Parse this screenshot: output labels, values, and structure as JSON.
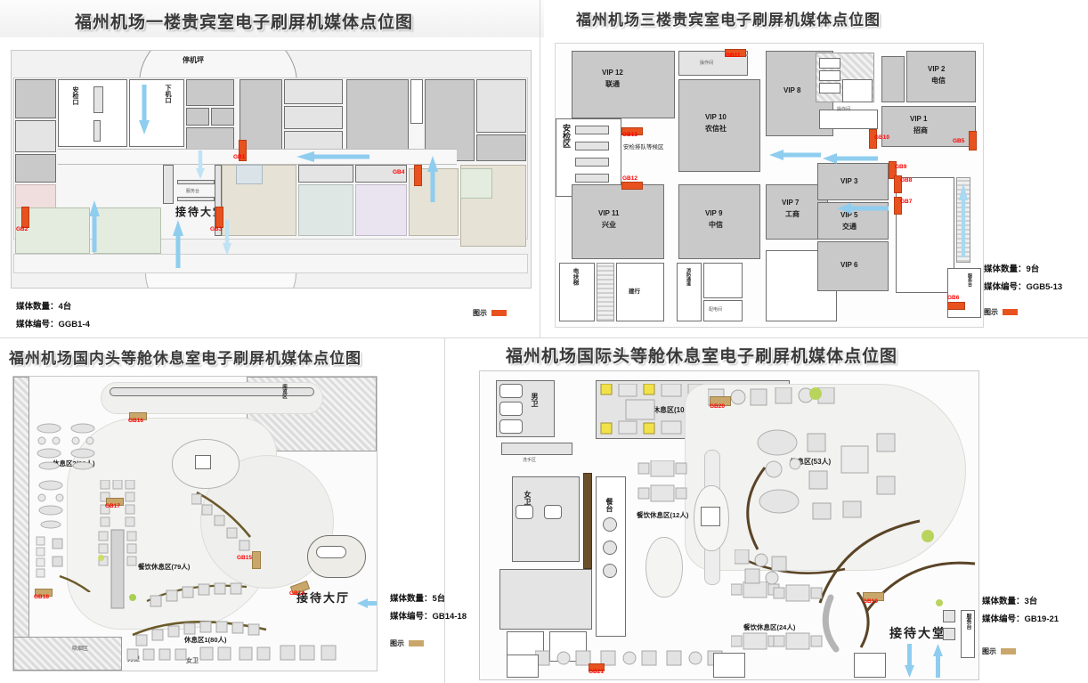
{
  "panels": [
    {
      "id": "p1",
      "title": "福州机场一楼贵宾室电子刷屏机媒体点位图",
      "media_count_label": "媒体数量：4台",
      "media_code_label": "媒体编号：GGB1-4",
      "legend_label": "图示",
      "legend_color": "#e8521f",
      "rooms": [
        {
          "name": "停机坪"
        },
        {
          "name": "安检口"
        },
        {
          "name": "下机口"
        },
        {
          "name": "接待大堂"
        },
        {
          "name": "服务台"
        }
      ],
      "markers": [
        "GB1",
        "GB2",
        "GB3",
        "GB4"
      ]
    },
    {
      "id": "p2",
      "title": "福州机场三楼贵宾室电子刷屏机媒体点位图",
      "media_count_label": "媒体数量：9台",
      "media_code_label": "媒体编号：GGB5-13",
      "legend_label": "图示",
      "legend_color": "#e8521f",
      "rooms": [
        {
          "name": "VIP 12",
          "sub": "联通"
        },
        {
          "name": "VIP 10",
          "sub": "农信社"
        },
        {
          "name": "VIP 8",
          "sub": ""
        },
        {
          "name": "VIP 2",
          "sub": "电信"
        },
        {
          "name": "VIP 1",
          "sub": "招商"
        },
        {
          "name": "VIP 11",
          "sub": "兴业"
        },
        {
          "name": "VIP 9",
          "sub": "中信"
        },
        {
          "name": "VIP 7",
          "sub": "工商"
        },
        {
          "name": "VIP 3",
          "sub": ""
        },
        {
          "name": "VIP 5",
          "sub": "交通"
        },
        {
          "name": "VIP 6",
          "sub": ""
        }
      ],
      "areas": [
        "安检区",
        "安检排队等候区",
        "操作间",
        "电扶梯",
        "建行",
        "消防通道",
        "配电间",
        "服务台"
      ],
      "markers": [
        "GB5",
        "GB6",
        "GB7",
        "GB8",
        "GB9",
        "GB10",
        "GB11",
        "GB12",
        "GB13"
      ]
    },
    {
      "id": "p3",
      "title": "福州机场国内头等舱休息室电子刷屏机媒体点位图",
      "media_count_label": "媒体数量：5台",
      "media_code_label": "媒体编号：GB14-18",
      "legend_label": "图示",
      "legend_color": "#c9a76a",
      "areas": [
        {
          "name": "休息区2(83人)"
        },
        {
          "name": "餐饮休息区(79人)"
        },
        {
          "name": "休息区1(80人)"
        },
        {
          "name": "接待大厅"
        },
        {
          "name": "服务台"
        },
        {
          "name": "男卫"
        },
        {
          "name": "女卫"
        },
        {
          "name": "吸烟区"
        },
        {
          "name": "阅览区"
        }
      ],
      "markers": [
        "GB14",
        "GB15",
        "GB16",
        "GB17",
        "GB18"
      ]
    },
    {
      "id": "p4",
      "title": "福州机场国际头等舱休息室电子刷屏机媒体点位图",
      "media_count_label": "媒体数量：3台",
      "media_code_label": "媒体编号：GB19-21",
      "legend_label": "图示",
      "legend_color": "#c9a76a",
      "areas": [
        {
          "name": "贵宾休息区(10人)"
        },
        {
          "name": "休息区(53人)"
        },
        {
          "name": "餐饮休息区(12人)"
        },
        {
          "name": "餐饮休息区(24人)"
        },
        {
          "name": "接待大堂"
        },
        {
          "name": "服务台"
        },
        {
          "name": "男卫"
        },
        {
          "name": "女卫"
        },
        {
          "name": "餐台"
        },
        {
          "name": "洗手区"
        }
      ],
      "markers": [
        "GB19",
        "GB20",
        "GB21"
      ]
    }
  ]
}
